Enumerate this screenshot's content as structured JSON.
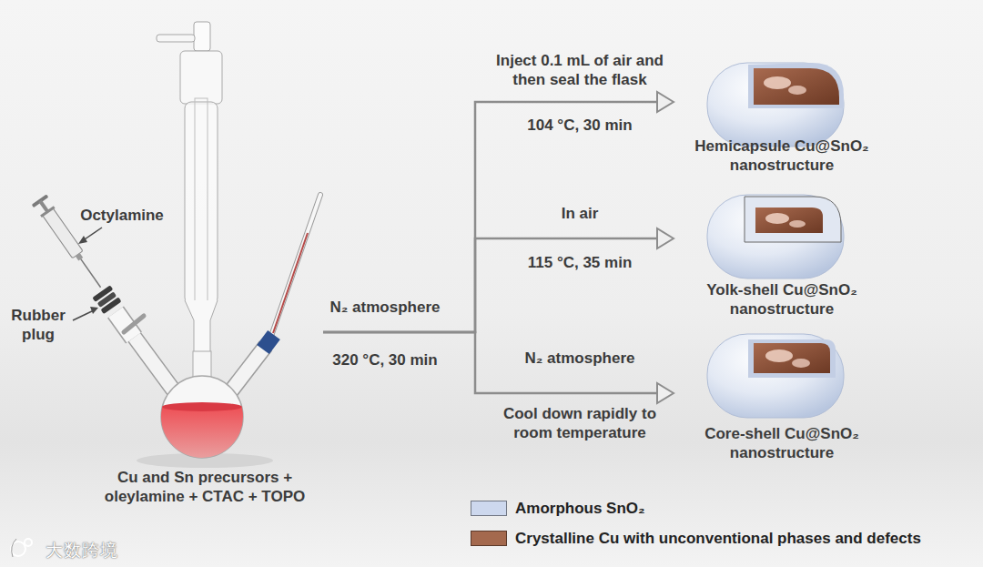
{
  "diagram": {
    "nodes": [
      {
        "text": [
          "Cu and Sn precursors + oleylamine + CTAC + TOPO"
        ]
      },
      {
        "text": [
          "Hemicapsule Cu@SnO₂ nanostructure"
        ]
      },
      {
        "text": [
          "Yolk-shell Cu@SnO₂ nanostructure"
        ]
      },
      {
        "text": [
          "Core-shell Cu@SnO₂ nanostructure"
        ]
      }
    ],
    "edges": [
      {
        "from": 0,
        "to": 1,
        "arrow": "to"
      },
      {
        "from": 0,
        "to": 2,
        "arrow": "to"
      },
      {
        "from": 0,
        "to": 3,
        "arrow": "to"
      }
    ],
    "labels": [
      "Octylamine",
      "Rubber plug",
      "N₂ atmosphere",
      "320 °C, 30 min",
      "Inject 0.1 mL of air and then seal the flask",
      "104 °C, 30 min",
      "In air",
      "115 °C, 35 min",
      "N₂ atmosphere",
      "Cool down rapidly to room temperature",
      "大数跨境"
    ],
    "legend": [
      {
        "text": "Amorphous SnO₂",
        "color": "#cdd8ee"
      },
      {
        "text": "Crystalline Cu with unconventional phases and defects",
        "color": "#a4694e"
      }
    ]
  }
}
